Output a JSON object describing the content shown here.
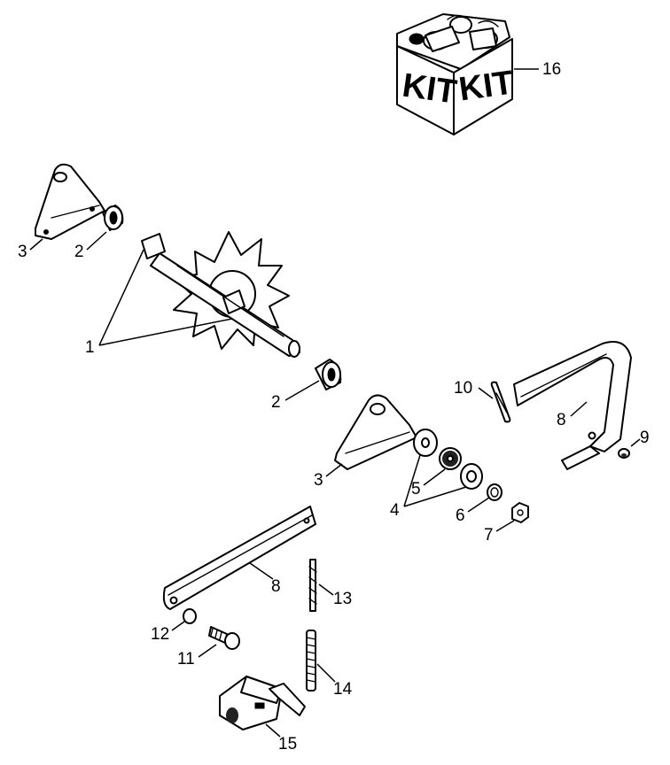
{
  "kit": {
    "label_left": "KIT",
    "label_right": "KIT"
  },
  "callouts": {
    "c1": "1",
    "c2a": "2",
    "c2b": "2",
    "c3a": "3",
    "c3b": "3",
    "c4": "4",
    "c5": "5",
    "c6": "6",
    "c7": "7",
    "c8a": "8",
    "c8b": "8",
    "c9": "9",
    "c10": "10",
    "c11": "11",
    "c12": "12",
    "c13": "13",
    "c14": "14",
    "c15": "15",
    "c16": "16"
  }
}
